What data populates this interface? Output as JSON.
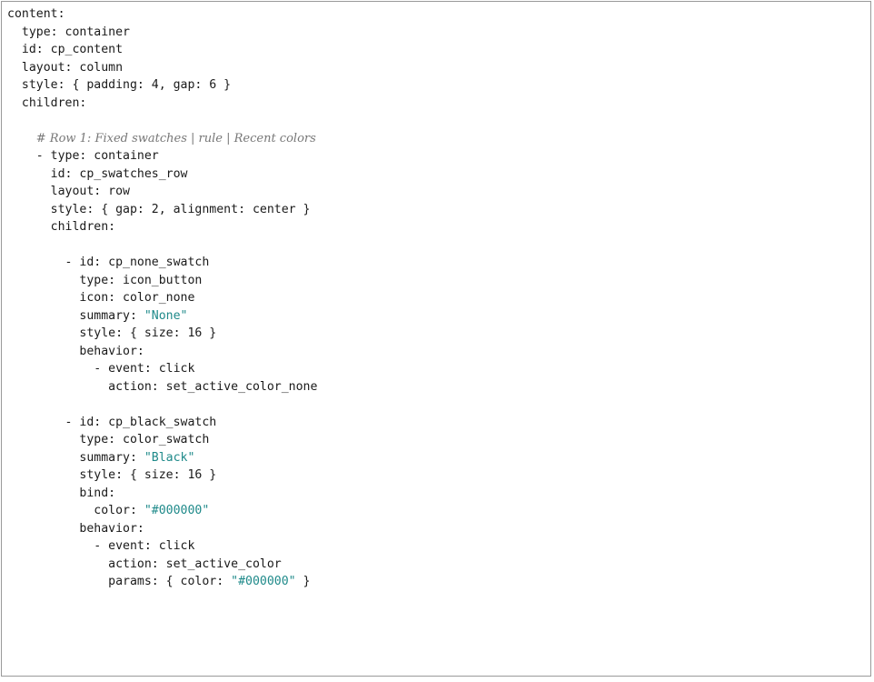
{
  "lines": [
    {
      "parts": [
        {
          "t": "content:",
          "k": "p"
        }
      ]
    },
    {
      "parts": [
        {
          "t": "  type: container",
          "k": "p"
        }
      ]
    },
    {
      "parts": [
        {
          "t": "  id: cp_content",
          "k": "p"
        }
      ]
    },
    {
      "parts": [
        {
          "t": "  layout: column",
          "k": "p"
        }
      ]
    },
    {
      "parts": [
        {
          "t": "  style: { padding: 4, gap: 6 }",
          "k": "p"
        }
      ]
    },
    {
      "parts": [
        {
          "t": "  children:",
          "k": "p"
        }
      ]
    },
    {
      "parts": []
    },
    {
      "parts": [
        {
          "t": "    ",
          "k": "p"
        },
        {
          "t": "# Row 1: Fixed swatches | rule | Recent colors",
          "k": "c"
        }
      ]
    },
    {
      "parts": [
        {
          "t": "    - type: container",
          "k": "p"
        }
      ]
    },
    {
      "parts": [
        {
          "t": "      id: cp_swatches_row",
          "k": "p"
        }
      ]
    },
    {
      "parts": [
        {
          "t": "      layout: row",
          "k": "p"
        }
      ]
    },
    {
      "parts": [
        {
          "t": "      style: { gap: 2, alignment: center }",
          "k": "p"
        }
      ]
    },
    {
      "parts": [
        {
          "t": "      children:",
          "k": "p"
        }
      ]
    },
    {
      "parts": []
    },
    {
      "parts": [
        {
          "t": "        - id: cp_none_swatch",
          "k": "p"
        }
      ]
    },
    {
      "parts": [
        {
          "t": "          type: icon_button",
          "k": "p"
        }
      ]
    },
    {
      "parts": [
        {
          "t": "          icon: color_none",
          "k": "p"
        }
      ]
    },
    {
      "parts": [
        {
          "t": "          summary: ",
          "k": "p"
        },
        {
          "t": "\"None\"",
          "k": "s"
        }
      ]
    },
    {
      "parts": [
        {
          "t": "          style: { size: 16 }",
          "k": "p"
        }
      ]
    },
    {
      "parts": [
        {
          "t": "          behavior:",
          "k": "p"
        }
      ]
    },
    {
      "parts": [
        {
          "t": "            - event: click",
          "k": "p"
        }
      ]
    },
    {
      "parts": [
        {
          "t": "              action: set_active_color_none",
          "k": "p"
        }
      ]
    },
    {
      "parts": []
    },
    {
      "parts": [
        {
          "t": "        - id: cp_black_swatch",
          "k": "p"
        }
      ]
    },
    {
      "parts": [
        {
          "t": "          type: color_swatch",
          "k": "p"
        }
      ]
    },
    {
      "parts": [
        {
          "t": "          summary: ",
          "k": "p"
        },
        {
          "t": "\"Black\"",
          "k": "s"
        }
      ]
    },
    {
      "parts": [
        {
          "t": "          style: { size: 16 }",
          "k": "p"
        }
      ]
    },
    {
      "parts": [
        {
          "t": "          bind:",
          "k": "p"
        }
      ]
    },
    {
      "parts": [
        {
          "t": "            color: ",
          "k": "p"
        },
        {
          "t": "\"#000000\"",
          "k": "s"
        }
      ]
    },
    {
      "parts": [
        {
          "t": "          behavior:",
          "k": "p"
        }
      ]
    },
    {
      "parts": [
        {
          "t": "            - event: click",
          "k": "p"
        }
      ]
    },
    {
      "parts": [
        {
          "t": "              action: set_active_color",
          "k": "p"
        }
      ]
    },
    {
      "parts": [
        {
          "t": "              params: { color: ",
          "k": "p"
        },
        {
          "t": "\"#000000\"",
          "k": "s"
        },
        {
          "t": " }",
          "k": "p"
        }
      ]
    }
  ],
  "colors": {
    "plain": "#1a1a1a",
    "string": "#1f8a8a",
    "comment": "#777777",
    "border": "#9a9a9a"
  }
}
